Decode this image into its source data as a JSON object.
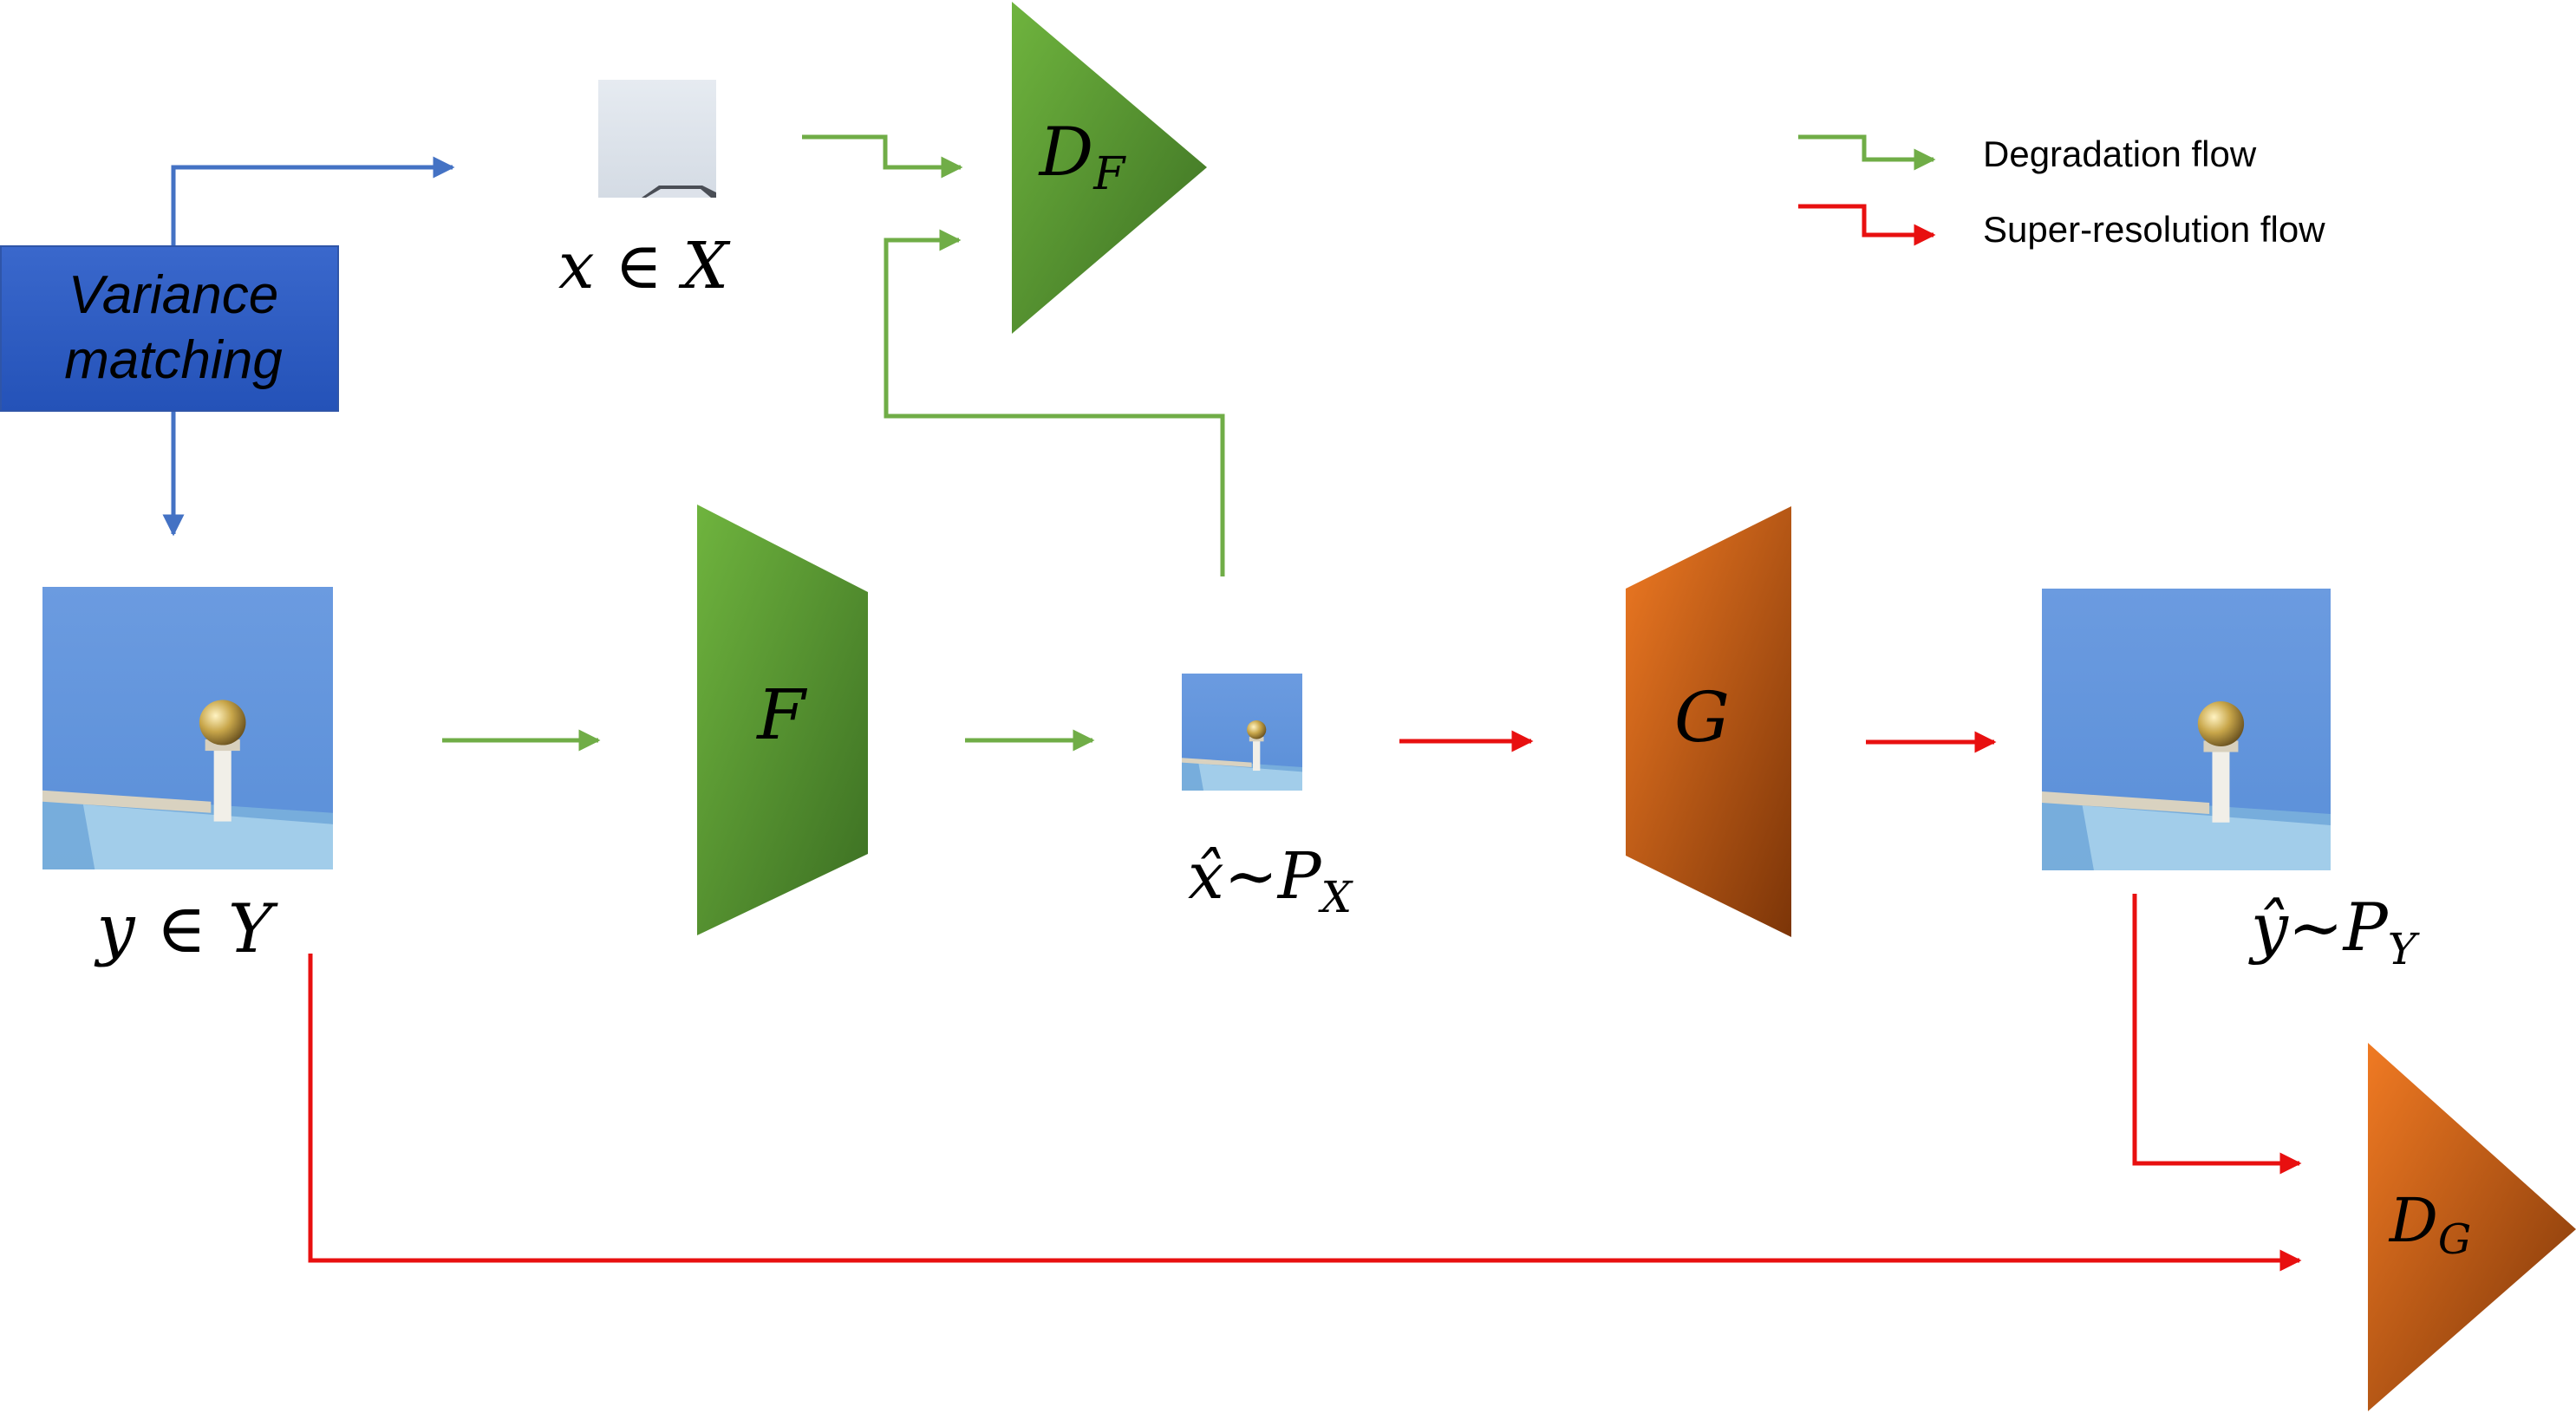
{
  "legend": {
    "degradation_label": "Degradation flow",
    "super_resolution_label": "Super-resolution flow"
  },
  "variance_matching": {
    "line1": "Variance",
    "line2": "matching"
  },
  "labels": {
    "x_set": {
      "main": "x ∈ X"
    },
    "y_set": {
      "main": "y ∈ Y"
    },
    "x_hat": {
      "main": "x̂∼P",
      "sub": "X"
    },
    "y_hat": {
      "main": "ŷ∼P",
      "sub": "Y"
    }
  },
  "networks": {
    "F": {
      "main": "F"
    },
    "G": {
      "main": "G"
    },
    "D_F": {
      "main": "D",
      "sub": "F"
    },
    "D_G": {
      "main": "D",
      "sub": "G"
    }
  },
  "colors": {
    "degradation": "#70ad47",
    "super_resolution": "#e81010",
    "variance": "#4472c4",
    "green_block": "#4e8f2e",
    "orange_block": "#c55a11"
  }
}
